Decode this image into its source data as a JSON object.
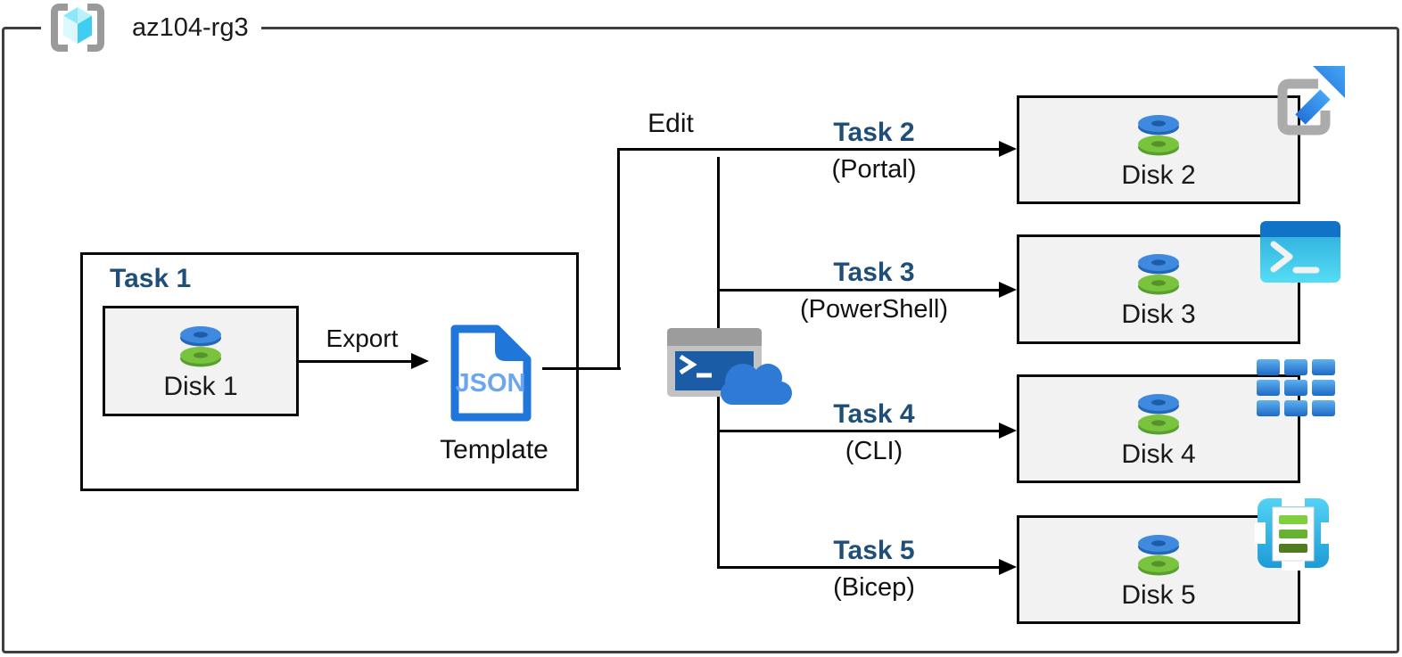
{
  "resource_group": {
    "name": "az104-rg3",
    "icon": "resource-group-icon"
  },
  "task1": {
    "title": "Task 1",
    "disk_label": "Disk 1",
    "export_label": "Export",
    "template_badge": "JSON",
    "template_label": "Template"
  },
  "edit_label": "Edit",
  "tasks": [
    {
      "title": "Task 2",
      "method": "(Portal)",
      "disk_label": "Disk 2",
      "tool_icon": "portal-launch-icon"
    },
    {
      "title": "Task 3",
      "method": "(PowerShell)",
      "disk_label": "Disk 3",
      "tool_icon": "powershell-icon"
    },
    {
      "title": "Task 4",
      "method": "(CLI)",
      "disk_label": "Disk 4",
      "tool_icon": "cli-grid-icon"
    },
    {
      "title": "Task 5",
      "method": "(Bicep)",
      "disk_label": "Disk 5",
      "tool_icon": "bicep-template-icon"
    }
  ],
  "icons": {
    "disk": "managed-disk-icon",
    "cloud_shell": "cloud-shell-icon",
    "json_document": "json-template-icon"
  },
  "colors": {
    "task_title": "#1f4e79",
    "connector": "#000000",
    "box_fill": "#f2f2f2",
    "container_border": "#3f3f3f",
    "azure_blue": "#2176d9",
    "disk_blue": "#3f89de",
    "disk_green": "#79c33f",
    "cyan_icon": "#3fcdf1"
  }
}
